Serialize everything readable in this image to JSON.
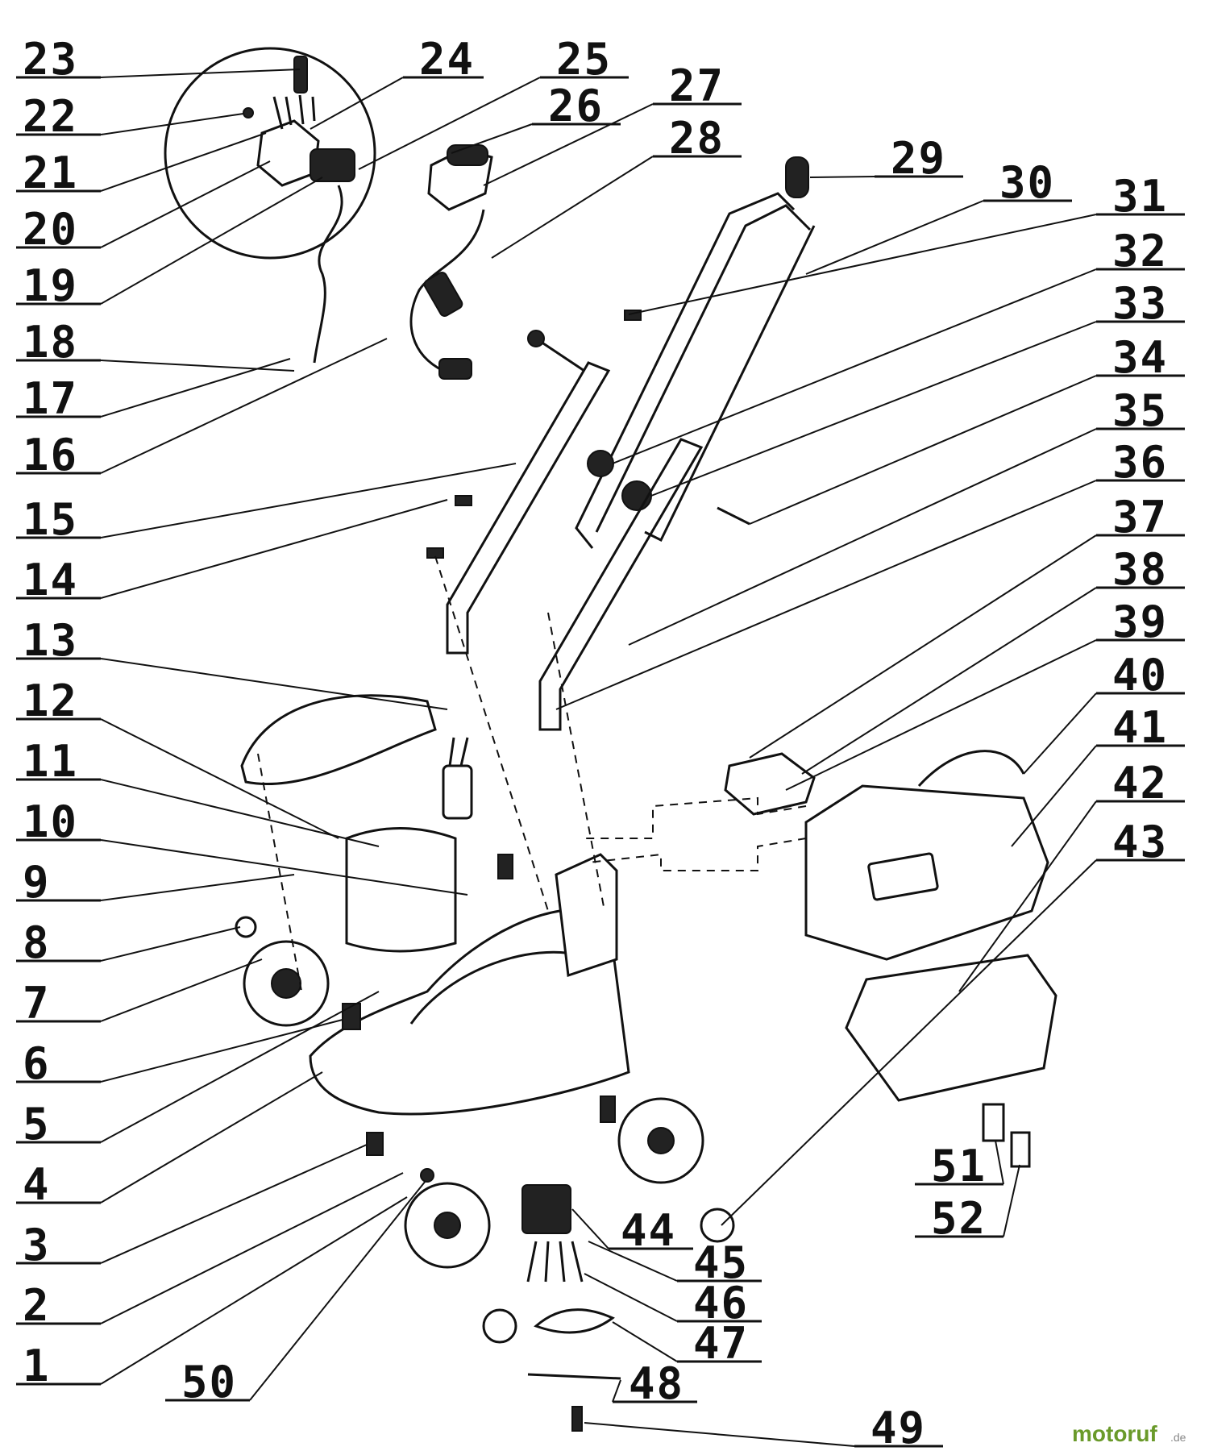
{
  "part_numbers": [
    "23",
    "22",
    "21",
    "20",
    "19",
    "18",
    "17",
    "16",
    "15",
    "14",
    "13",
    "12",
    "11",
    "10",
    "9",
    "8",
    "7",
    "6",
    "5",
    "4",
    "3",
    "2",
    "1",
    "24",
    "25",
    "26",
    "27",
    "28",
    "29",
    "30",
    "31",
    "32",
    "33",
    "34",
    "35",
    "36",
    "37",
    "38",
    "39",
    "40",
    "41",
    "42",
    "43",
    "44",
    "45",
    "46",
    "47",
    "48",
    "49",
    "50",
    "51",
    "52"
  ],
  "watermark": {
    "brand": "motoruf",
    "domain": ".de"
  }
}
